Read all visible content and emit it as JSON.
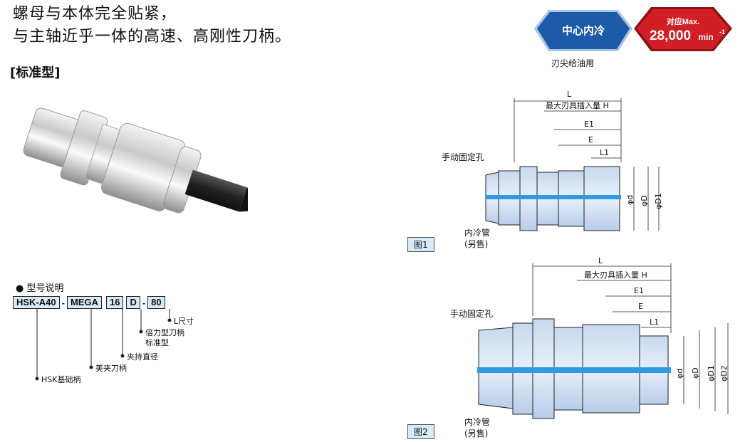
{
  "headline": {
    "line1": "螺母与本体完全贴紧，",
    "line2": "与主轴近乎一体的高速、高刚性刀柄。"
  },
  "section_title": "[标准型]",
  "badges": {
    "coolant": "中心内冷",
    "coolant_sub": "刃尖给油用",
    "speed_top": "对应Max.",
    "speed_value": "28,000",
    "speed_unit": "min",
    "speed_exp": "-1",
    "colors": {
      "blue": "#1d5aa8",
      "red": "#d21f26"
    }
  },
  "model_legend": {
    "title": "● 型号说明",
    "codes": [
      "HSK-A40",
      "MEGA",
      "16",
      "D",
      "80"
    ],
    "labels": {
      "l_size": "L尺寸",
      "double_force": "倍力型刀柄",
      "standard": "标准型",
      "clamp_dia": "夹持直径",
      "mega_holder": "美夹刀柄",
      "hsk_base": "HSK基础柄"
    }
  },
  "figures": [
    {
      "label": "图1",
      "dims": {
        "L": "L",
        "H": "最大刃具插入量 H",
        "E1": "E1",
        "E": "E",
        "L1": "L1",
        "d": "φd",
        "D": "φD",
        "D1": "φD1"
      },
      "callouts": {
        "fix_hole": "手动固定孔",
        "inner_pipe": "内冷管",
        "sold_separately": "(另售)"
      }
    },
    {
      "label": "图2",
      "dims": {
        "L": "L",
        "H": "最大刃具插入量 H",
        "E1": "E1",
        "E": "E",
        "L1": "L1",
        "d": "φd",
        "D": "φD",
        "D1": "φD1",
        "D2": "φD2"
      },
      "callouts": {
        "fix_hole": "手动固定孔",
        "inner_pipe": "内冷管",
        "sold_separately": "(另售)"
      }
    }
  ]
}
